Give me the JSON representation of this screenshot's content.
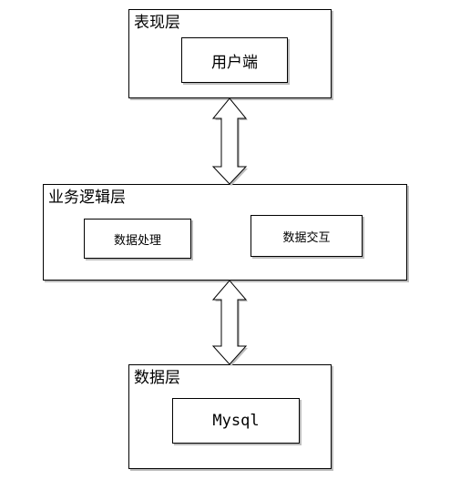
{
  "layers": {
    "presentation": {
      "title": "表现层",
      "components": [
        "用户端"
      ]
    },
    "business": {
      "title": "业务逻辑层",
      "components": [
        "数据处理",
        "数据交互"
      ]
    },
    "data": {
      "title": "数据层",
      "components": [
        "Mysql"
      ]
    }
  },
  "connectors": [
    {
      "from": "presentation",
      "to": "business",
      "type": "bidirectional-arrow"
    },
    {
      "from": "business",
      "to": "data",
      "type": "bidirectional-arrow"
    }
  ]
}
